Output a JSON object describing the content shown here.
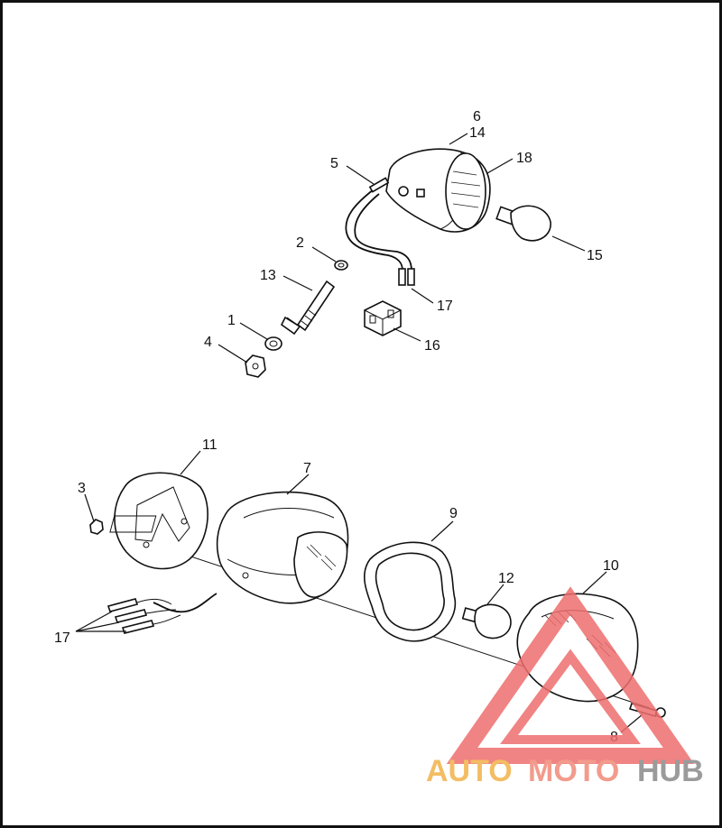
{
  "callouts": {
    "c1": "1",
    "c2": "2",
    "c3": "3",
    "c4": "4",
    "c5": "5",
    "c6": "6",
    "c7": "7",
    "c8": "8",
    "c9": "9",
    "c10": "10",
    "c11": "11",
    "c12": "12",
    "c13": "13",
    "c14": "14",
    "c15": "15",
    "c16": "16",
    "c17a": "17",
    "c17b": "17",
    "c18": "18"
  },
  "watermark": {
    "auto": "AUTO",
    "moto": "MOTO",
    "hub": "HUB",
    "colors": {
      "auto": "#f2b24a",
      "moto": "#f08a78",
      "hub": "#8a8a8a",
      "triangle": "#ee6e6e"
    }
  },
  "icons": [
    "warning-triangle-logo"
  ]
}
